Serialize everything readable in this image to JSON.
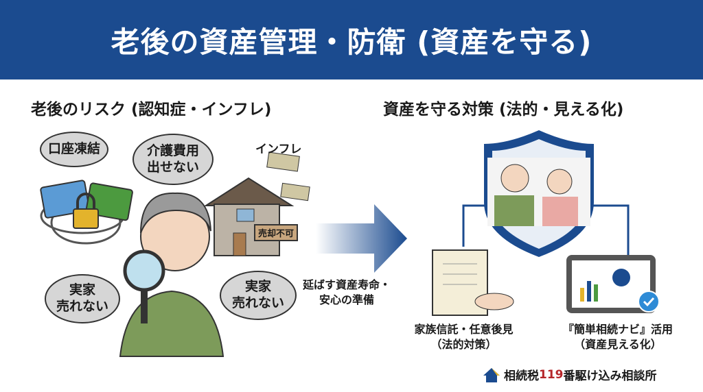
{
  "title": "老後の資産管理・防衛 (資産を守る)",
  "left": {
    "heading": "老後のリスク (認知症・インフレ)",
    "bubbles": [
      {
        "lines": [
          "口座凍結"
        ]
      },
      {
        "lines": [
          "介護費用",
          "出せない"
        ]
      },
      {
        "lines": [
          "実家",
          "売れない"
        ]
      },
      {
        "lines": [
          "実家",
          "売れない"
        ]
      }
    ],
    "inflation_label": "インフレ",
    "sign_label": "売却不可"
  },
  "arrow": {
    "caption_lines": [
      "延ばす資産寿命・",
      "安心の準備"
    ]
  },
  "right": {
    "heading": "資産を守る対策 (法的・見える化)",
    "items": [
      {
        "lines": [
          "家族信託・任意後見",
          "（法的対策）"
        ]
      },
      {
        "lines": [
          "『簡単相続ナビ』活用",
          "（資産見える化）"
        ]
      }
    ]
  },
  "footer": {
    "brand_pre": "相続税",
    "brand_num": "119",
    "brand_post": "番駆け込み相談所"
  },
  "colors": {
    "header": "#1b4b8f",
    "accent_red": "#b5262a"
  }
}
